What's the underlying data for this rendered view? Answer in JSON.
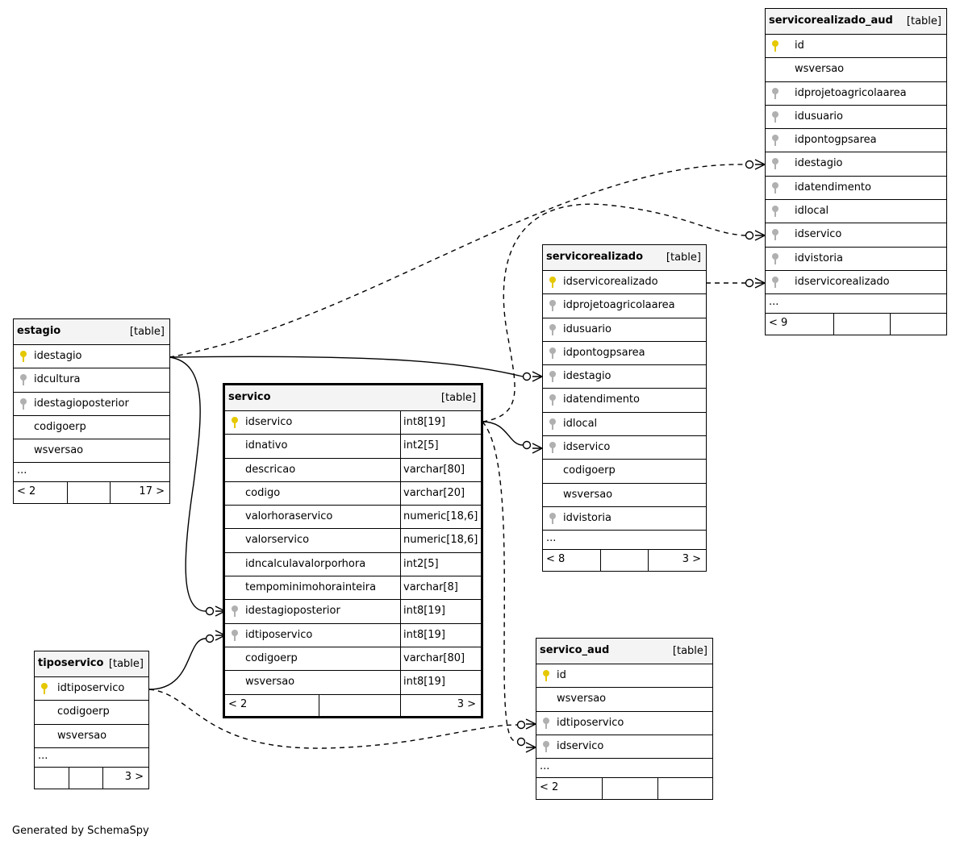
{
  "credit": "Generated by SchemaSpy",
  "kind_label": "[table]",
  "tables": {
    "servico": {
      "name": "servico",
      "columns": [
        {
          "name": "idservico",
          "type": "int8[19]"
        },
        {
          "name": "idnativo",
          "type": "int2[5]"
        },
        {
          "name": "descricao",
          "type": "varchar[80]"
        },
        {
          "name": "codigo",
          "type": "varchar[20]"
        },
        {
          "name": "valorhoraservico",
          "type": "numeric[18,6]"
        },
        {
          "name": "valorservico",
          "type": "numeric[18,6]"
        },
        {
          "name": "idncalculavalorporhora",
          "type": "int2[5]"
        },
        {
          "name": "tempominimohorainteira",
          "type": "varchar[8]"
        },
        {
          "name": "idestagioposterior",
          "type": "int8[19]"
        },
        {
          "name": "idtiposervico",
          "type": "int8[19]"
        },
        {
          "name": "codigoerp",
          "type": "varchar[80]"
        },
        {
          "name": "wsversao",
          "type": "int8[19]"
        }
      ],
      "footer_left": "< 2",
      "footer_right": "3 >"
    },
    "estagio": {
      "name": "estagio",
      "columns": [
        "idestagio",
        "idcultura",
        "idestagioposterior",
        "codigoerp",
        "wsversao"
      ],
      "more": "...",
      "footer_left": "< 2",
      "footer_right": "17 >"
    },
    "tiposervico": {
      "name": "tiposervico",
      "columns": [
        "idtiposervico",
        "codigoerp",
        "wsversao"
      ],
      "more": "...",
      "footer_left": "",
      "footer_right": "3 >"
    },
    "servicorealizado": {
      "name": "servicorealizado",
      "columns": [
        "idservicorealizado",
        "idprojetoagricolaarea",
        "idusuario",
        "idpontogpsarea",
        "idestagio",
        "idatendimento",
        "idlocal",
        "idservico",
        "codigoerp",
        "wsversao",
        "idvistoria"
      ],
      "more": "...",
      "footer_left": "< 8",
      "footer_right": "3 >"
    },
    "servicorealizado_aud": {
      "name": "servicorealizado_aud",
      "columns": [
        "id",
        "wsversao",
        "idprojetoagricolaarea",
        "idusuario",
        "idpontogpsarea",
        "idestagio",
        "idatendimento",
        "idlocal",
        "idservico",
        "idvistoria",
        "idservicorealizado"
      ],
      "more": "...",
      "footer_left": "< 9",
      "footer_right": ""
    },
    "servico_aud": {
      "name": "servico_aud",
      "columns": [
        "id",
        "wsversao",
        "idtiposervico",
        "idservico"
      ],
      "more": "...",
      "footer_left": "< 2",
      "footer_right": ""
    }
  }
}
